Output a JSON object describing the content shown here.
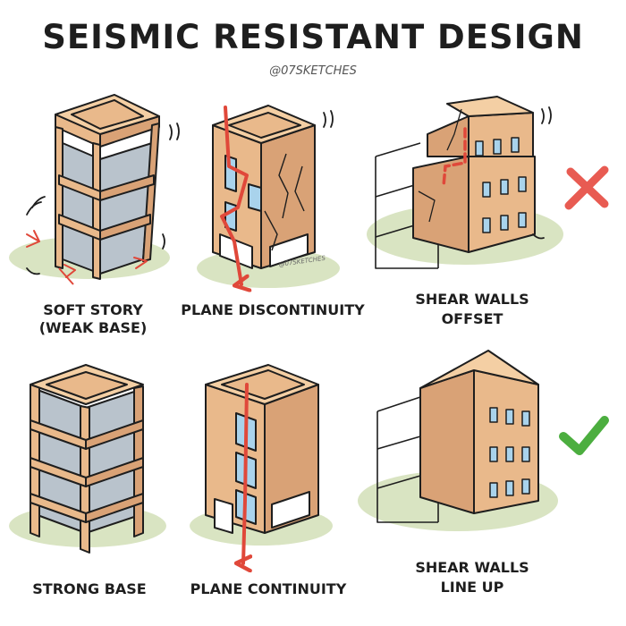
{
  "title": "SEISMIC RESISTANT DESIGN",
  "credit": "@07SKETCHES",
  "watermark": "@07SKETCHES",
  "panels": {
    "soft_story": {
      "line1": "SOFT STORY",
      "line2": "(WEAK BASE)"
    },
    "plane_discontinuity": {
      "label": "PLANE DISCONTINUITY"
    },
    "shear_walls_offset": {
      "line1": "SHEAR WALLS",
      "line2": "OFFSET"
    },
    "strong_base": {
      "label": "STRONG BASE"
    },
    "plane_continuity": {
      "label": "PLANE CONTINUITY"
    },
    "shear_walls_line_up": {
      "line1": "SHEAR WALLS",
      "line2": "LINE UP"
    }
  },
  "marks": {
    "bad": "cross-icon",
    "good": "check-icon"
  },
  "colors": {
    "wall_front": "#e9b98b",
    "wall_side": "#d9a276",
    "roof": "#f4cfa4",
    "glass": "#b9c3cc",
    "ground": "#d9e4c2",
    "window": "#a9d3ec",
    "arrow": "#e0483a",
    "cross": "#e85b52",
    "check": "#4cae3f",
    "ink": "#1e1e1e"
  }
}
